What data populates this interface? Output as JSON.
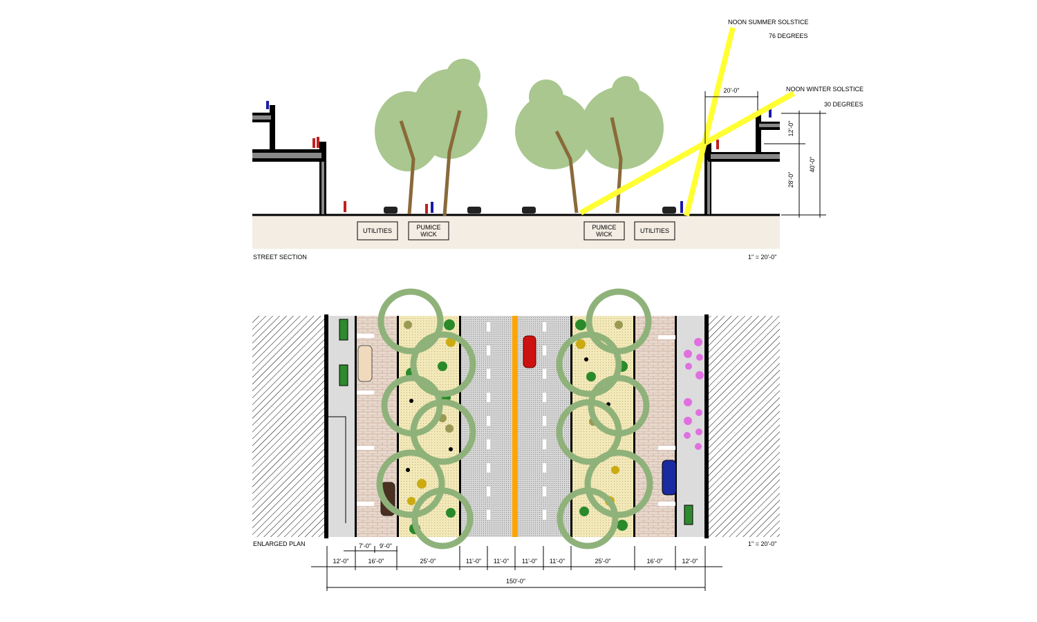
{
  "section": {
    "title": "STREET SECTION",
    "scale": "1\" = 20'-0\"",
    "boxes": [
      {
        "label1": "UTILITIES",
        "label2": ""
      },
      {
        "label1": "PUMICE",
        "label2": "WICK"
      },
      {
        "label1": "PUMICE",
        "label2": "WICK"
      },
      {
        "label1": "UTILITIES",
        "label2": ""
      }
    ],
    "sun": {
      "summer_label": "NOON SUMMER SOLSTICE",
      "summer_angle": "76 DEGREES",
      "winter_label": "NOON WINTER SOLSTICE",
      "winter_angle": "30 DEGREES",
      "color": "#ffff33"
    },
    "dims": {
      "setback": "20'-0\"",
      "upper": "12'-0\"",
      "lower": "28'-0\"",
      "total": "40'-0\""
    }
  },
  "plan": {
    "title": "ENLARGED PLAN",
    "scale": "1\" = 20'-0\"",
    "sub_dims": [
      "7'-0\"",
      "9'-0\""
    ],
    "dims": [
      "12'-0\"",
      "16'-0\"",
      "25'-0\"",
      "11'-0\"",
      "11'-0\"",
      "11'-0\"",
      "11'-0\"",
      "25'-0\"",
      "16'-0\"",
      "12'-0\""
    ],
    "total": "150'-0\"",
    "colors": {
      "centerline": "#ffa500",
      "tree": "#8fb27a",
      "planting": "#f0e6b4",
      "brick": "#e6d6cb",
      "road": "#c8c8c8",
      "sidewalk": "#dcdcdc"
    }
  }
}
